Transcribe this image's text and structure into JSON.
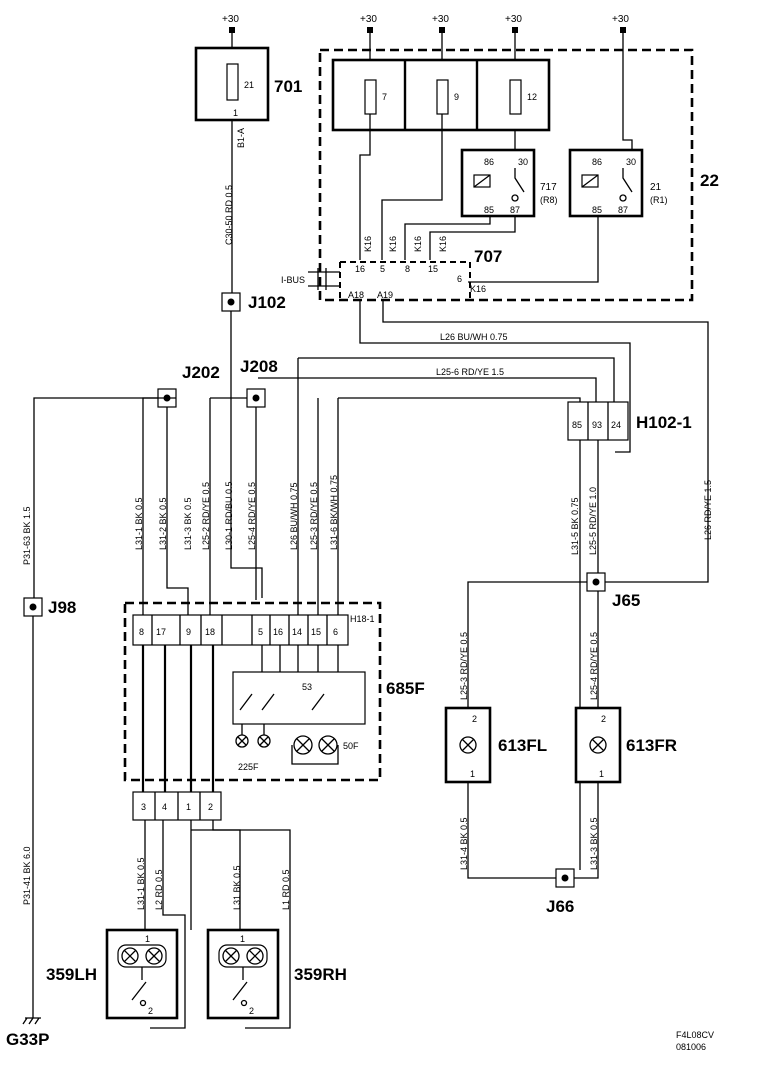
{
  "supply": "+30",
  "fuses": {
    "f21": "21",
    "f7": "7",
    "f9": "9",
    "f12": "12",
    "pin1": "1"
  },
  "comp": {
    "c701": "701",
    "c22": "22",
    "c707": "707",
    "c685": "685F",
    "c613fl": "613FL",
    "c613fr": "613FR",
    "c359lh": "359LH",
    "c359rh": "359RH",
    "c225": "225F",
    "c50": "50F",
    "c53": "53",
    "relay717": "717",
    "relay717sub": "(R8)",
    "relay21": "21",
    "relay21sub": "(R1)"
  },
  "relay": {
    "p86": "86",
    "p30": "30",
    "p85": "85",
    "p87": "87"
  },
  "conn": {
    "b1a": "B1-A",
    "ibus": "I-BUS",
    "h18": "H18-1",
    "k16": "K16",
    "p16": "16",
    "p5": "5",
    "p8": "8",
    "p15": "15",
    "p6": "6",
    "a18": "A18",
    "a19": "A19",
    "h102": "H102-1",
    "h102_85": "85",
    "h102_93": "93",
    "h102_24": "24",
    "h18_8": "8",
    "h18_17": "17",
    "h18_9": "9",
    "h18_18": "18",
    "h18_5": "5",
    "h18_16": "16",
    "h18_14": "14",
    "h18_15": "15",
    "h18_6": "6",
    "c4_3": "3",
    "c4_4": "4",
    "c4_1": "1",
    "c4_2": "2"
  },
  "splices": {
    "j102": "J102",
    "j202": "J202",
    "j208": "J208",
    "j98": "J98",
    "j65": "J65",
    "j66": "J66",
    "g33p": "G33P"
  },
  "wires": {
    "c30_50": "C30-50  RD  0.5",
    "l26_top": "L26  BU/WH  0.75",
    "l25_6": "L25-6  RD/YE  1.5",
    "p31_63": "P31-63  BK  1.5",
    "p31_41": "P31-41  BK  6.0",
    "l31_1": "L31-1  BK  0.5",
    "l31_2": "L31-2  BK  0.5",
    "l31_3": "L31-3  BK  0.5",
    "l25_2": "L25-2  RD/YE  0.5",
    "l30_1": "L30-1  RD/BU  0.5",
    "l25_4": "L25-4  RD/YE  0.5",
    "l26_mid": "L26  BU/WH  0.75",
    "l25_3": "L25-3  RD/YE  0.5",
    "l31_6": "L31-6  BK/WH  0.75",
    "l31_5": "L31-5  BK  0.75",
    "l25_5": "L25-5  RD/YE  1.0",
    "l26_right": "L26  RD/YE  1.5",
    "l25_3_fl": "L25-3  RD/YE  0.5",
    "l25_4_fr": "L25-4  RD/YE  0.5",
    "l31_4_fl": "L31-4  BK  0.5",
    "l31_3_fr": "L31-3  BK  0.5",
    "l31_1_lh": "L31-1  BK  0.5",
    "l2_lh": "L2  RD  0.5",
    "l31_rh": "L31  BK  0.5",
    "l1_rh": "L1  RD  0.5"
  },
  "footer": {
    "code": "F4L08CV",
    "date": "081006"
  }
}
